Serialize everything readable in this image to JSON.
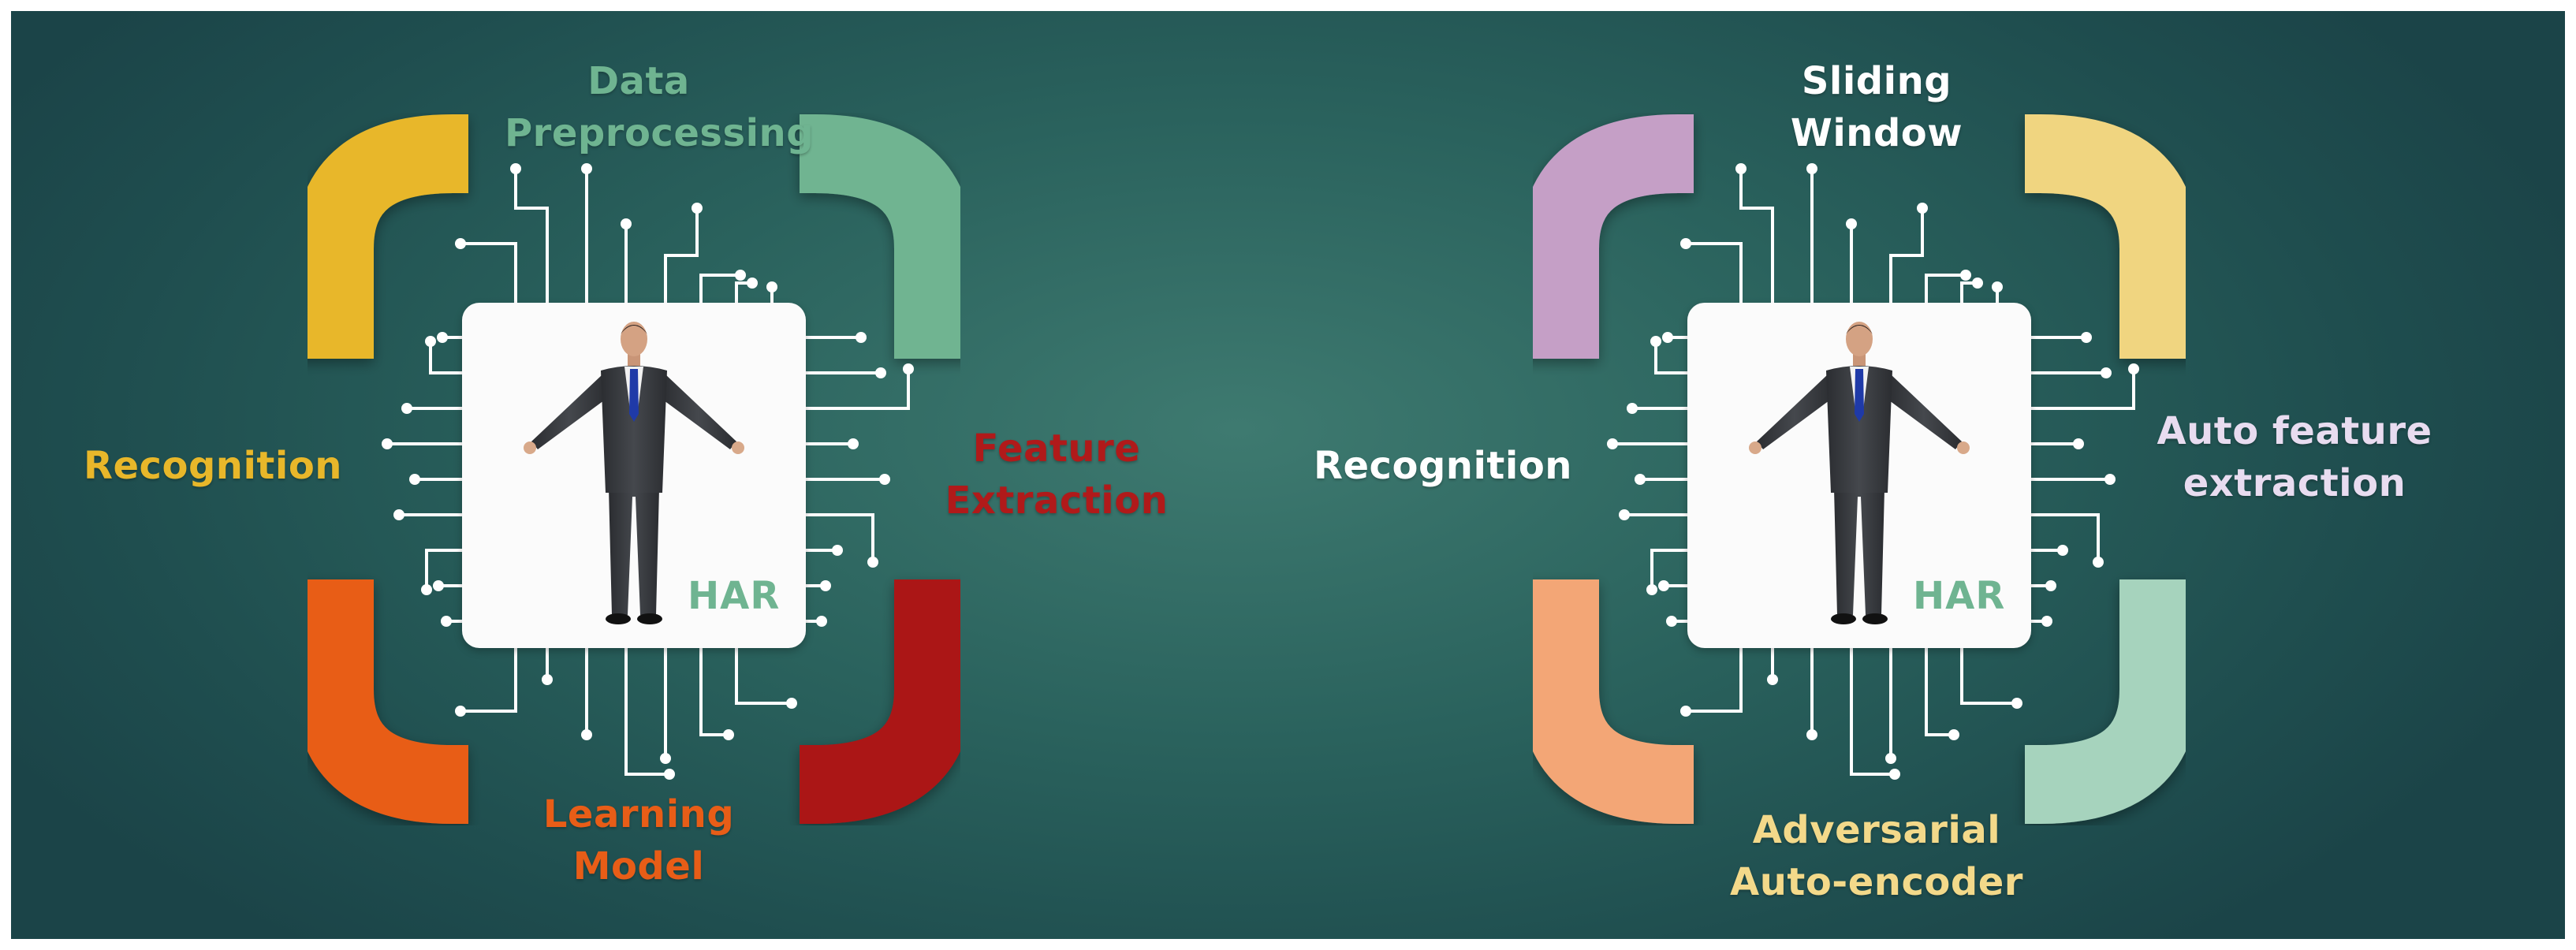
{
  "diagrams": [
    {
      "id": "left",
      "center_label": "HAR",
      "stages": [
        {
          "key": "top",
          "lines": [
            "Data",
            "Preprocessing"
          ],
          "color": "#6fb491",
          "arm_color": "#6fb491"
        },
        {
          "key": "right",
          "lines": [
            "Feature",
            "Extraction"
          ],
          "color": "#b01a1a",
          "arm_color": "#ab1414"
        },
        {
          "key": "bottom",
          "lines": [
            "Learning",
            "Model"
          ],
          "color": "#e85d17",
          "arm_color": "#e85d17"
        },
        {
          "key": "left",
          "lines": [
            "Recognition"
          ],
          "color": "#e8b72a",
          "arm_color": "#e8b72a"
        }
      ]
    },
    {
      "id": "right",
      "center_label": "HAR",
      "stages": [
        {
          "key": "top",
          "lines": [
            "Sliding",
            "Window"
          ],
          "color": "#ffffff",
          "arm_color": "#f0d580"
        },
        {
          "key": "right",
          "lines": [
            "Auto feature",
            "extraction"
          ],
          "color": "#e8dcf0",
          "arm_color": "#a6d3bd"
        },
        {
          "key": "bottom",
          "lines": [
            "Adversarial",
            "Auto-encoder"
          ],
          "color": "#f3d98a",
          "arm_color": "#f3a676"
        },
        {
          "key": "left",
          "lines": [
            "Recognition"
          ],
          "color": "#ffffff",
          "arm_color": "#c59fc6"
        }
      ]
    }
  ]
}
